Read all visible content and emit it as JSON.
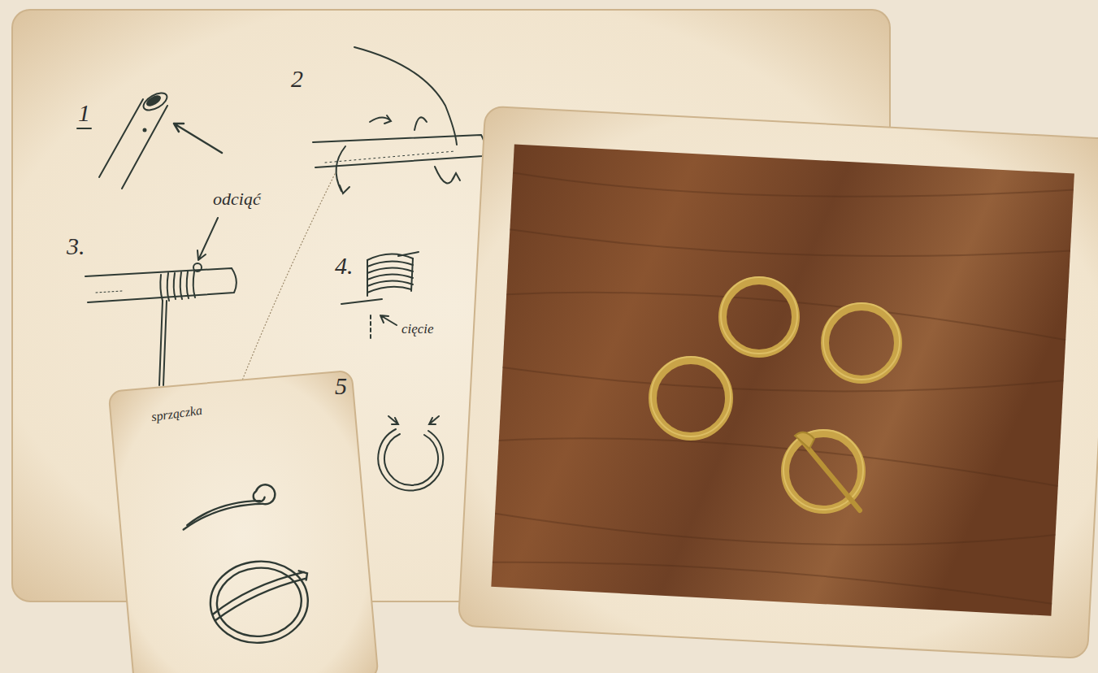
{
  "diagram": {
    "labels": [
      "1",
      "2",
      "3.",
      "4.",
      "5",
      "odciąć",
      "cięcie",
      "sprzączka"
    ]
  }
}
